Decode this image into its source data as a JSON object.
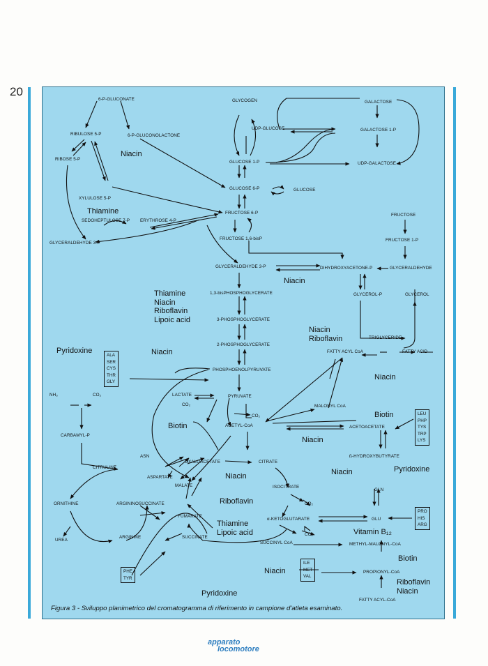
{
  "page": {
    "number": "20"
  },
  "figure": {
    "caption": "Figura 3 - Sviluppo planimetrico del cromatogramma di riferimento in campione d'atleta esaminato."
  },
  "metabolites": {
    "gluconate6p": "6-P-GLUCONATE",
    "ribulose5p": "RIBULOSE 5-P",
    "gluconolactone6p": "6-P-GLUCONOLACTONE",
    "ribose5p": "RIBOSE 5-P",
    "xylulose5p": "XYLULOSE 5-P",
    "sedoheptulose7p": "SEDOHEPTULOSE 7-P",
    "erythrose4p": "ERYTHROSE 4-P",
    "glyceraldehyde3p_left": "GLYCERALDEHYDE 3-P",
    "glycogen": "GLYCOGEN",
    "udp_glucose": "UDP-GLUCOSE",
    "glucose1p": "GLUCOSE 1-P",
    "glucose6p": "GLUCOSE 6-P",
    "glucose": "GLUCOSE",
    "fructose6p": "FRUCTOSE 6-P",
    "fructose16bisp": "FRUCTOSE 1,6-bisP",
    "galactose": "GALACTOSE",
    "galactose1p": "GALACTOSE 1-P",
    "udp_galactose": "UDP-GALACTOSE",
    "fructose": "FRUCTOSE",
    "fructose1p": "FRUCTOSE 1-P",
    "glyceraldehyde3p": "GLYCERALDEHYDE 3-P",
    "dihydroxyacetonep": "DIHYDROXYACETONE-P",
    "glyceraldehyde": "GLYCERALDEHYDE",
    "bisphosphoglycerate13": "1,3-bisPHOSPHOGLYCERATE",
    "phosphoglycerate3": "3-PHOSPHOGLYCERATE",
    "phosphoglycerate2": "2-PHOSPHOGLYCERATE",
    "phosphoenolpyruvate": "PHOSPHOENOLPYRUVATE",
    "glycerolp": "GLYCEROL-P",
    "glycerol": "GLYCEROL",
    "triglyceride": "TRIGLYCERIDE",
    "fatty_acyl_coa": "FATTY ACYL CoA",
    "fatty_acid": "FATTY ACID",
    "nh3": "NH₃",
    "co2_a": "CO₂",
    "lactate": "LACTATE",
    "pyruvate": "PYRUVATE",
    "co2_b": "CO₂",
    "co2_c": "CO₂",
    "acetyl_coa": "ACETYL-CoA",
    "malonyl_coa": "MALONYL CoA",
    "acetoacetate": "ACETOACETATE",
    "hydroxybutyrate": "ß-HYDROXYBUTYRATE",
    "carbamyl_p": "CARBAMYL-P",
    "asn": "ASN",
    "aspartate": "ASPARTATE",
    "oxaloacetate": "OXALOACETATE",
    "citrate": "CITRATE",
    "citrulline": "CITRULINE",
    "malate": "MALATE",
    "ornithine": "ORNITHINE",
    "argininosuccinate": "ARGININOSUCCINATE",
    "fumarate": "FUMARATE",
    "isocitrate": "ISOCITRATE",
    "co2_d": "CO₂",
    "gln": "GLN",
    "ketoglutarate": "α-KETOGLUTARATE",
    "glu": "GLU",
    "co2_e": "CO₂",
    "urea": "UREA",
    "arginine": "ARGININE",
    "succinate": "SUCCINATE",
    "succinyl_coa": "SUCCINYL CoA",
    "methylmalonyl_coa": "METHYL-MALONYL-CoA",
    "propionyl_coa": "PROPIONYL-CoA",
    "fatty_acyl_coa_bottom": "FATTY ACYL-CoA"
  },
  "vitamins": {
    "niacin_ppp": "Niacin",
    "thiamine_ppp": "Thiamine",
    "glycolysis_group": "Thiamine\nNiacin\nRiboflavin\nLipoic acid",
    "niacin_dhap": "Niacin",
    "pyridoxine_left": "Pyridoxine",
    "niacin_mid": "Niacin",
    "niacin_riboflavin": "Niacin\nRiboflavin",
    "niacin_right": "Niacin",
    "biotin_left": "Biotin",
    "biotin_right": "Biotin",
    "niacin_aceto": "Niacin",
    "niacin_citrate": "Niacin",
    "niacin_pyr": "Niacin",
    "pyridoxine_right": "Pyridoxine",
    "riboflavin_tca": "Riboflavin",
    "thiamine_lipoic": "Thiamine\nLipoic acid",
    "vitamin_b12": "Vitamin B₁₂",
    "biotin_bottom": "Biotin",
    "niacin_bottom": "Niacin",
    "pyridoxine_bottom": "Pyridoxine",
    "riboflavin_niacin": "Riboflavin\nNiacin"
  },
  "amino_acid_boxes": {
    "glucogenic": [
      "ALA",
      "SER",
      "CYS",
      "THR",
      "GLY"
    ],
    "ketogenic": [
      "LEU",
      "PHP",
      "TYS",
      "TRP",
      "LYS"
    ],
    "glutamate_family": [
      "PRO",
      "HIS",
      "ARG"
    ],
    "aromatic": [
      "PHE",
      "TYR"
    ],
    "propionyl_family": [
      "ILE",
      "MET",
      "VAL"
    ]
  },
  "brand": {
    "line1": "apparato",
    "line2": "locomotore",
    "color": "#2f7fc0"
  },
  "colors": {
    "panel": "#9fd8ee",
    "accent_bar": "#3aa9d9",
    "ink": "#111111"
  }
}
